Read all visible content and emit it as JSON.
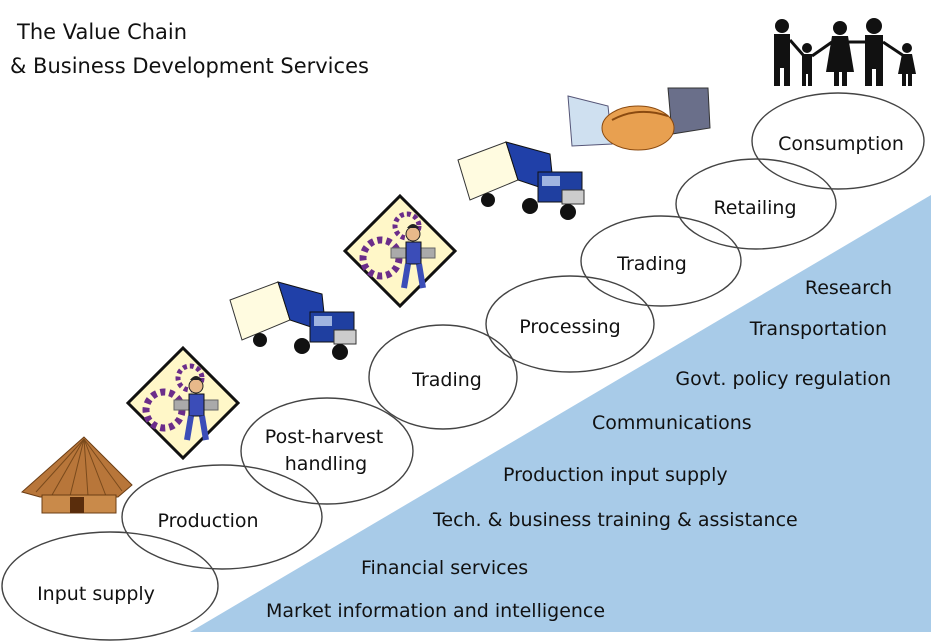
{
  "title": {
    "line1": "The Value  Chain",
    "line2": "& Business Development Services"
  },
  "chain_stages": [
    "Input supply",
    "Production",
    "Post-harvest",
    "handling",
    "Trading",
    "Processing",
    "Trading",
    "Retailing",
    "Consumption"
  ],
  "services": [
    "Research",
    "Transportation",
    "Govt. policy regulation",
    "Communications",
    "Production input supply",
    "Tech. & business training & assistance",
    "Financial services",
    "Market information and intelligence"
  ],
  "colors": {
    "wedge": "#a8cbe8",
    "ellipse_stroke": "#444444",
    "truck_cab": "#1f3fa0",
    "gear": "#6b2d8a",
    "hut": "#b8763a"
  },
  "icons": [
    "hut-icon",
    "worker-gear-icon",
    "truck-icon",
    "worker-gear-icon",
    "truck-icon",
    "handshake-icon",
    "family-icon"
  ]
}
